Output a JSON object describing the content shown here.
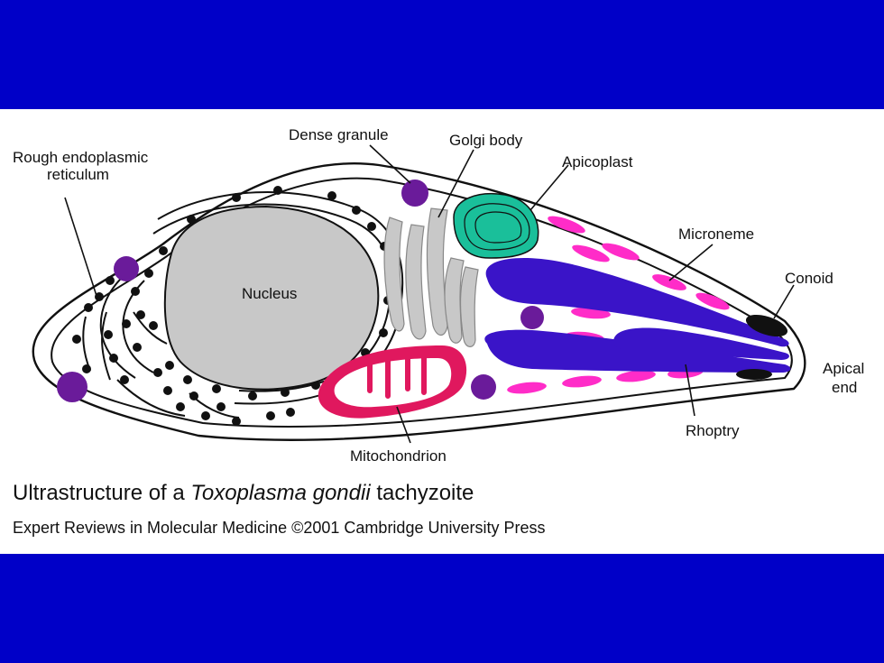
{
  "slide": {
    "background": "#0000c8",
    "panel_background": "#ffffff"
  },
  "labels": {
    "rer_line1": "Rough endoplasmic",
    "rer_line2": "reticulum",
    "dense_granule": "Dense granule",
    "golgi_body": "Golgi body",
    "apicoplast": "Apicoplast",
    "microneme": "Microneme",
    "conoid": "Conoid",
    "apical_line1": "Apical",
    "apical_line2": "end",
    "nucleus": "Nucleus",
    "rhoptry": "Rhoptry",
    "mitochondrion": "Mitochondrion"
  },
  "caption": {
    "prefix": "Ultrastructure of a ",
    "species": "Toxoplasma gondii",
    "suffix": " tachyzoite"
  },
  "credit": {
    "text": "Expert Reviews in Molecular Medicine ©2001 Cambridge University Press"
  },
  "colors": {
    "outline": "#111111",
    "nucleus": "#c8c8c8",
    "golgi": "#c8c8c8",
    "dense_granule": "#6a1b9a",
    "apicoplast": "#1abf9a",
    "mitochondrion": "#e0185e",
    "microneme": "#ff2cc8",
    "rhoptry": "#3a14c8",
    "conoid": "#111111"
  }
}
